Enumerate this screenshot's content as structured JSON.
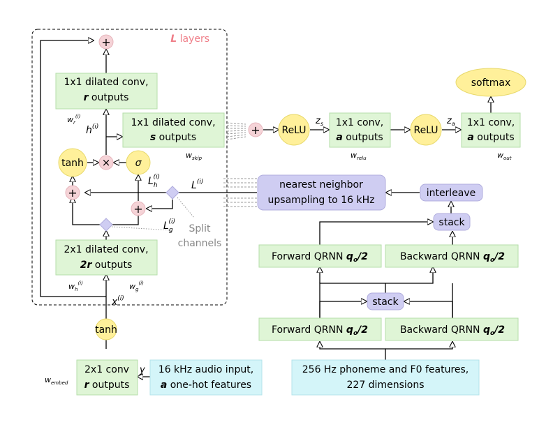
{
  "layers_label": {
    "letter": "L",
    "word": " layers"
  },
  "blocks": {
    "conv_r": {
      "line1": "1x1 dilated conv,",
      "bold": "r",
      "rest": " outputs",
      "weight_main": "w",
      "weight_sub": "r",
      "weight_sup": "(i)"
    },
    "conv_s": {
      "line1": "1x1 dilated conv,",
      "bold": "s",
      "rest": " outputs",
      "weight_main": "w",
      "weight_sub": "skip"
    },
    "conv_2r": {
      "line1": "2x1 dilated conv,",
      "bold": "2r",
      "rest": " outputs",
      "weight_h_main": "w",
      "weight_h_sub": "h",
      "weight_h_sup": "(i)",
      "weight_g_main": "w",
      "weight_g_sub": "g",
      "weight_g_sup": "(i)"
    },
    "relu_conv": {
      "line1": "1x1 conv,",
      "bold": "a",
      "rest": " outputs",
      "weight_main": "w",
      "weight_sub": "relu"
    },
    "out_conv": {
      "line1": "1x1 conv,",
      "bold": "a",
      "rest": " outputs",
      "weight_main": "w",
      "weight_sub": "out"
    },
    "embed_conv": {
      "line1": "2x1 conv",
      "bold": "r",
      "rest": " outputs",
      "weight_main": "w",
      "weight_sub": "embed"
    }
  },
  "nodes": {
    "plus": "+",
    "times": "×",
    "tanh": "tanh",
    "sigma": "σ",
    "relu": "ReLU",
    "softmax": "softmax"
  },
  "upsample": {
    "line1": "nearest neighbor",
    "line2": "upsampling to 16 kHz"
  },
  "interleave": "interleave",
  "stack": "stack",
  "qrnn": {
    "forward": "Forward QRNN ",
    "backward": "Backward QRNN ",
    "size_main": "q",
    "size_sub": "o",
    "size_tail": "/2"
  },
  "inputs": {
    "audio_line1": "16 kHz audio input,",
    "audio_bold": "a",
    "audio_rest": " one-hot features",
    "audio_var": "y",
    "features_line1": "256 Hz phoneme and F0 features,",
    "features_line2": "227 dimensions"
  },
  "labels": {
    "h": "h",
    "h_sup": "(i)",
    "x": "x",
    "x_sup": "(i)",
    "L": "L",
    "L_sup": "(i)",
    "Lh": "L",
    "Lh_sub": "h",
    "Lh_sup": "(i)",
    "Lg": "L",
    "Lg_sub": "g",
    "Lg_sup": "(i)",
    "split1": "Split",
    "split2": "channels",
    "zs": "z",
    "zs_sub": "s",
    "za": "z",
    "za_sub": "a"
  },
  "colors": {
    "conv_fill": "#dff5d6",
    "conv_stroke": "#b5deaa",
    "yellow": "#fff09a",
    "pink": "#f5d3d7",
    "lavender": "#cfcdf2",
    "cyan": "#d4f5f9",
    "accent_red": "#ef7e88"
  }
}
